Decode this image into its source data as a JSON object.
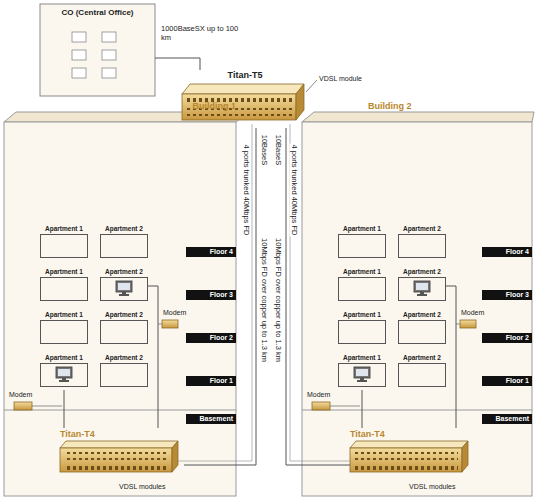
{
  "diagram": {
    "nodes": [
      {
        "text": [
          "CO (Central Office)"
        ]
      },
      {
        "text": [
          "Titan-T5"
        ]
      },
      {
        "text": [
          "Building 1"
        ]
      },
      {
        "text": [
          "Apartment 1"
        ],
        "in": 2
      },
      {
        "text": [
          "Apartment 2"
        ],
        "in": 2
      },
      {
        "text": [
          "Apartment 1"
        ],
        "in": 2
      },
      {
        "text": [
          "Apartment 2"
        ],
        "in": 2
      },
      {
        "text": [
          "Apartment 1"
        ],
        "in": 2
      },
      {
        "text": [
          "Apartment 2"
        ],
        "in": 2
      },
      {
        "text": [
          "Apartment 1"
        ],
        "in": 2
      },
      {
        "text": [
          "Apartment 2"
        ],
        "in": 2
      },
      {
        "text": [
          "Titan-T4"
        ],
        "in": 2
      },
      {
        "text": [
          "Building 2"
        ]
      },
      {
        "text": [
          "Apartment 1"
        ],
        "in": 12
      },
      {
        "text": [
          "Apartment 2"
        ],
        "in": 12
      },
      {
        "text": [
          "Apartment 1"
        ],
        "in": 12
      },
      {
        "text": [
          "Apartment 2"
        ],
        "in": 12
      },
      {
        "text": [
          "Apartment 1"
        ],
        "in": 12
      },
      {
        "text": [
          "Apartment 2"
        ],
        "in": 12
      },
      {
        "text": [
          "Apartment 1"
        ],
        "in": 12
      },
      {
        "text": [
          "Apartment 2"
        ],
        "in": 12
      },
      {
        "text": [
          "Titan-T4"
        ],
        "in": 12
      }
    ],
    "edges": [
      {
        "from": 0,
        "to": 1,
        "arrow": "none",
        "label": "1000BaseSX up to 100 km"
      },
      {
        "from": 1,
        "to": 11,
        "arrow": "none",
        "label": "10Mbps FD over copper up to 1.3 km"
      },
      {
        "from": 1,
        "to": 21,
        "arrow": "none",
        "label": "10Mbps FD over copper up to 1.3 km"
      },
      {
        "from": 11,
        "to": 6,
        "arrow": "none"
      },
      {
        "from": 11,
        "to": 9,
        "arrow": "none"
      },
      {
        "from": 21,
        "to": 16,
        "arrow": "none"
      },
      {
        "from": 21,
        "to": 19,
        "arrow": "none"
      }
    ],
    "labels": [
      "VDSL module",
      "4 ports trunked 40Mbps FD",
      "10BaseS",
      "Floor 4",
      "Floor 3",
      "Floor 2",
      "Floor 1",
      "Modem",
      "Modem",
      "Basement",
      "VDSL modules",
      "10BaseS",
      "4 ports trunked 40Mbps FD",
      "Floor 4",
      "Floor 3",
      "Floor 2",
      "Floor 1",
      "Modem",
      "Modem",
      "Basement",
      "VDSL modules"
    ]
  }
}
